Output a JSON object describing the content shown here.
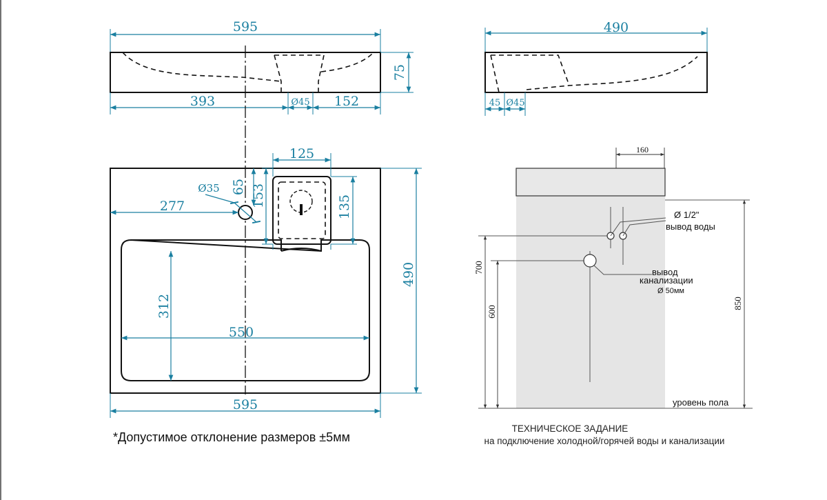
{
  "front_view": {
    "width_top": "595",
    "height": "75",
    "left_to_drain": "393",
    "drain_diameter": "Ø45",
    "drain_to_right": "152"
  },
  "side_view": {
    "depth": "490",
    "offset": "45",
    "drain_diameter": "Ø45"
  },
  "top_view": {
    "tap_hole_diameter": "Ø35",
    "tap_to_left": "277",
    "tap_from_top": "65",
    "soap_width": "125",
    "soap_depth_outer": "153",
    "soap_depth_inner": "135",
    "basin_depth": "312",
    "basin_width": "550",
    "total_depth": "490",
    "width_bottom": "595"
  },
  "install": {
    "water_spacing": "160",
    "water_label_1": "Ø 1/2\"",
    "water_label_2": "вывод воды",
    "drain_label_1": "вывод",
    "drain_label_2": "канализации",
    "drain_label_3": "Ø 50мм",
    "h_water": "700",
    "h_drain": "600",
    "h_total": "850",
    "floor_label": "уровень пола"
  },
  "footnote": "*Допустимое отклонение размеров ±5мм",
  "spec": {
    "title": "ТЕХНИЧЕСКОЕ ЗАДАНИЕ",
    "subtitle": "на подключение холодной/горячей воды и канализации"
  }
}
